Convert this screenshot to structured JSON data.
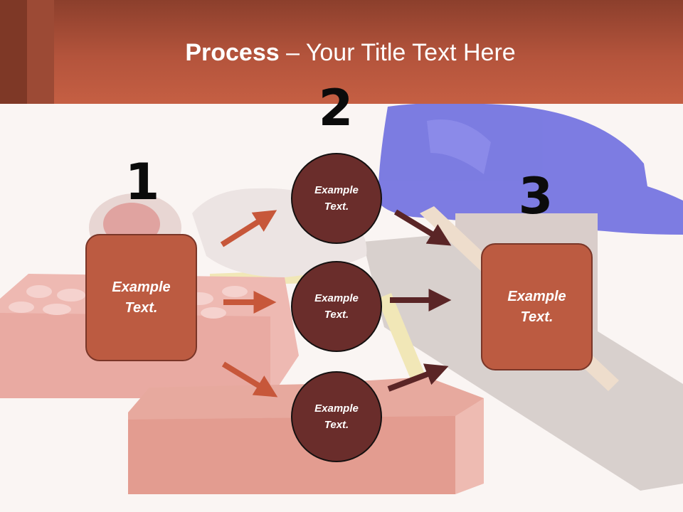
{
  "title": {
    "bold": "Process",
    "rest": " – Your Title Text Here"
  },
  "steps": [
    {
      "number": "1",
      "label": "Example\nText."
    },
    {
      "number": "2"
    },
    {
      "number": "3",
      "label": "Example\nText."
    }
  ],
  "circles": [
    {
      "label": "Example\nText."
    },
    {
      "label": "Example\nText."
    },
    {
      "label": "Example\nText."
    }
  ],
  "colors": {
    "header": "#b4543c",
    "box_fill": "#bc5b41",
    "circle_fill": "#6a2d2b",
    "arrow_light": "#c7573a",
    "arrow_dark": "#5a2526"
  },
  "icons": [
    "bricks",
    "hard-hat",
    "tape-measure",
    "work-glove",
    "trowel"
  ]
}
